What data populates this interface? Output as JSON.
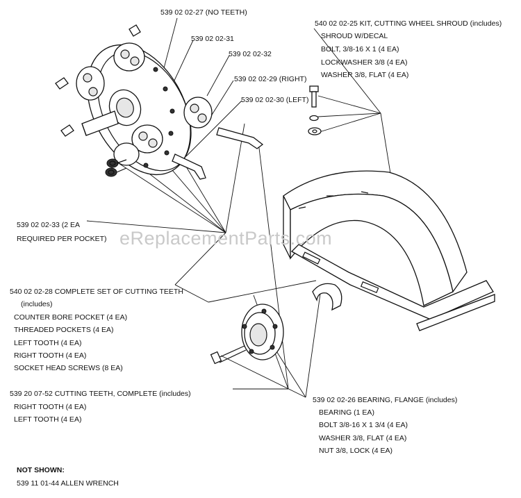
{
  "watermark": "eReplacementParts.com",
  "labels": {
    "no_teeth": "539 02 02-27 (NO TEETH)",
    "p31": "539 02 02-31",
    "p32": "539 02 02-32",
    "p29": "539 02 02-29 (RIGHT)",
    "p30": "539 02 02-30 (LEFT)",
    "p33": "539 02 02-33 (2 EA",
    "p33_line2": "REQUIRED PER POCKET)"
  },
  "shroud_kit": {
    "title": "540 02 02-25 KIT, CUTTING WHEEL SHROUD (includes)",
    "items": [
      "SHROUD W/DECAL",
      "BOLT, 3/8-16 X 1 (4 EA)",
      "LOCKWASHER 3/8 (4 EA)",
      "WASHER 3/8, FLAT (4 EA)"
    ]
  },
  "complete_set": {
    "title": "540 02 02-28 COMPLETE SET OF CUTTING TEETH",
    "subtitle": "(includes)",
    "items": [
      "COUNTER BORE POCKET (4 EA)",
      "THREADED POCKETS (4 EA)",
      "LEFT TOOTH (4 EA)",
      "RIGHT TOOTH (4 EA)",
      "SOCKET HEAD SCREWS (8 EA)"
    ]
  },
  "cutting_teeth": {
    "title": "539 20 07-52 CUTTING TEETH, COMPLETE (includes)",
    "items": [
      "RIGHT TOOTH (4 EA)",
      "LEFT TOOTH (4 EA)"
    ]
  },
  "bearing": {
    "title": "539 02 02-26 BEARING, FLANGE (includes)",
    "items": [
      "BEARING (1 EA)",
      "BOLT 3/8-16 X 1 3/4 (4 EA)",
      "WASHER 3/8, FLAT (4 EA)",
      "NUT 3/8, LOCK (4 EA)"
    ]
  },
  "not_shown": {
    "heading": "NOT SHOWN:",
    "item": "539 11 01-44 ALLEN WRENCH"
  }
}
